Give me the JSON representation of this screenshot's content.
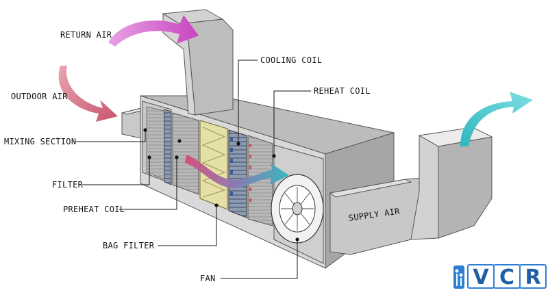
{
  "labels": {
    "return_air": "RETURN AIR",
    "outdoor_air": "OUTDOOR AIR",
    "mixing_section": "MIXING SECTION",
    "filter": "FILTER",
    "preheat_coil": "PREHEAT COIL",
    "bag_filter": "BAG FILTER",
    "fan": "FAN",
    "cooling_coil": "COOLING COIL",
    "reheat_coil": "REHEAT COIL",
    "supply_air": "SUPPLY AIR"
  },
  "logo": {
    "text": "VCR",
    "letters": [
      "V",
      "C",
      "R"
    ]
  },
  "colors": {
    "return_air_arrow": "#c843c0",
    "outdoor_air_arrow": "#c9546e",
    "supply_air_arrow": "#3fc2c6",
    "internal_arrow": "#2fb6bf",
    "duct": "#c4c4c4",
    "bag_filter": "#e5e0a8",
    "logo": "#2d7fd4"
  },
  "icons": [
    "return-air-arrow-icon",
    "outdoor-air-arrow-icon",
    "supply-air-arrow-icon",
    "airflow-arrow-icon",
    "fan-icon"
  ]
}
